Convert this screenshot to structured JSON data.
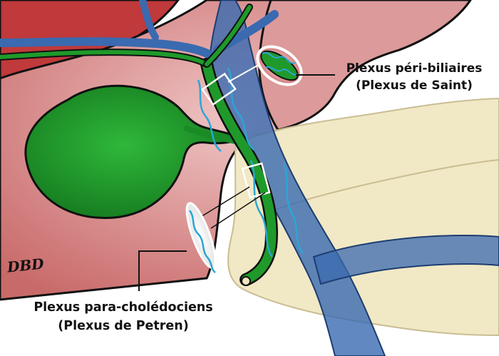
{
  "labels": {
    "peribiliary": {
      "line1": "Plexus péri-biliaires",
      "line2": "(Plexus de Saint)"
    },
    "paracholedocal": {
      "line1": "Plexus para-cholédociens",
      "line2": "(Plexus de Petren)"
    }
  },
  "signature": "DBD",
  "colors": {
    "liver": "#c96a6a",
    "liver_light": "#e8b3b3",
    "gallbladder": "#1f9a2a",
    "pancreas": "#f0e6bf",
    "vessel_blue": "#3a6ab0",
    "plexus_cyan": "#2aa6d6",
    "outline": "#111111"
  }
}
